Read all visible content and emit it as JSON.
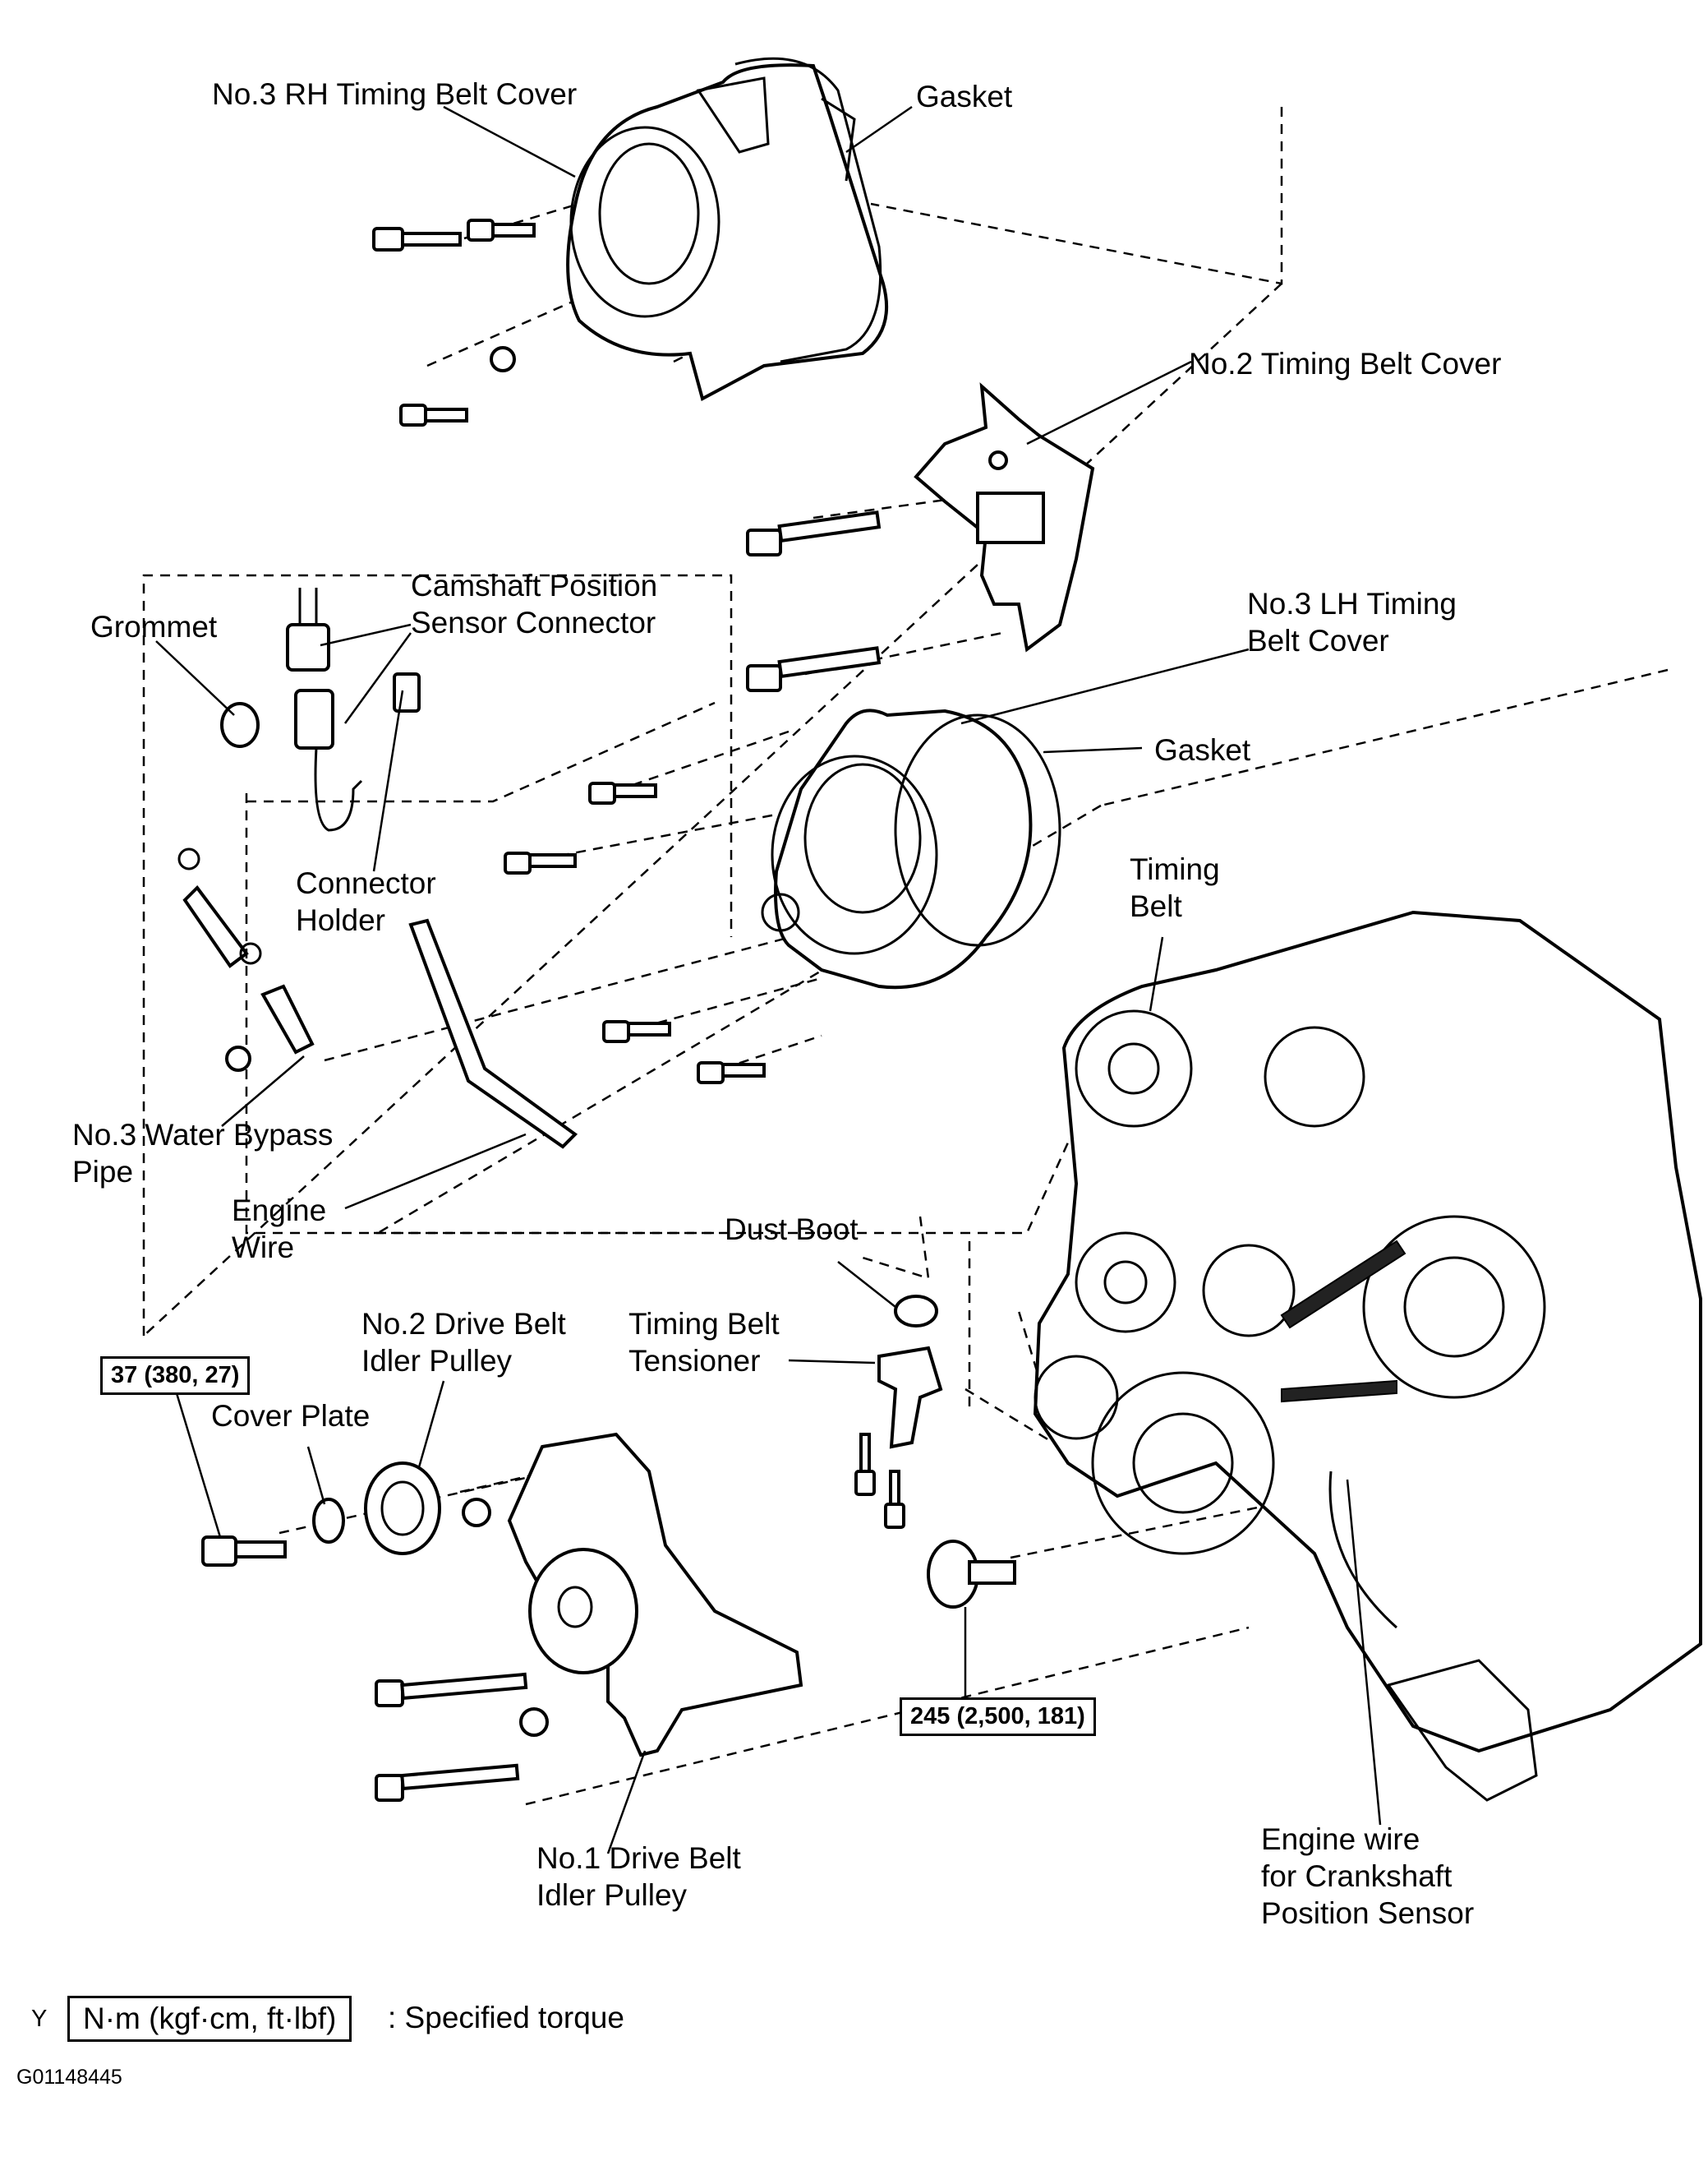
{
  "labels": {
    "rh_cover": "No.3 RH Timing Belt Cover",
    "gasket_top": "Gasket",
    "no2_cover": "No.2 Timing Belt Cover",
    "camshaft_l1": "Camshaft Position",
    "camshaft_l2": "Sensor Connector",
    "grommet": "Grommet",
    "lh_cover_l1": "No.3 LH Timing",
    "lh_cover_l2": "Belt Cover",
    "gasket_mid": "Gasket",
    "connector_l1": "Connector",
    "connector_l2": "Holder",
    "timing_belt_l1": "Timing",
    "timing_belt_l2": "Belt",
    "water_bypass_l1": "No.3 Water Bypass",
    "water_bypass_l2": "Pipe",
    "engine_wire_l1": "Engine",
    "engine_wire_l2": "Wire",
    "dust_boot": "Dust Boot",
    "tensioner_l1": "Timing Belt",
    "tensioner_l2": "Tensioner",
    "no2_idler_l1": "No.2 Drive Belt",
    "no2_idler_l2": "Idler Pulley",
    "cover_plate": "Cover Plate",
    "no1_idler_l1": "No.1 Drive Belt",
    "no1_idler_l2": "Idler Pulley",
    "crank_wire_l1": "Engine wire",
    "crank_wire_l2": "for Crankshaft",
    "crank_wire_l3": "Position Sensor"
  },
  "torques": {
    "idler_bolt": "37 (380, 27)",
    "crank_bolt": "245 (2,500, 181)"
  },
  "legend": {
    "unit_box": "N·m (kgf·cm, ft·lbf)",
    "description": ": Specified torque",
    "marker": "Y"
  },
  "figure_id": "G01148445"
}
